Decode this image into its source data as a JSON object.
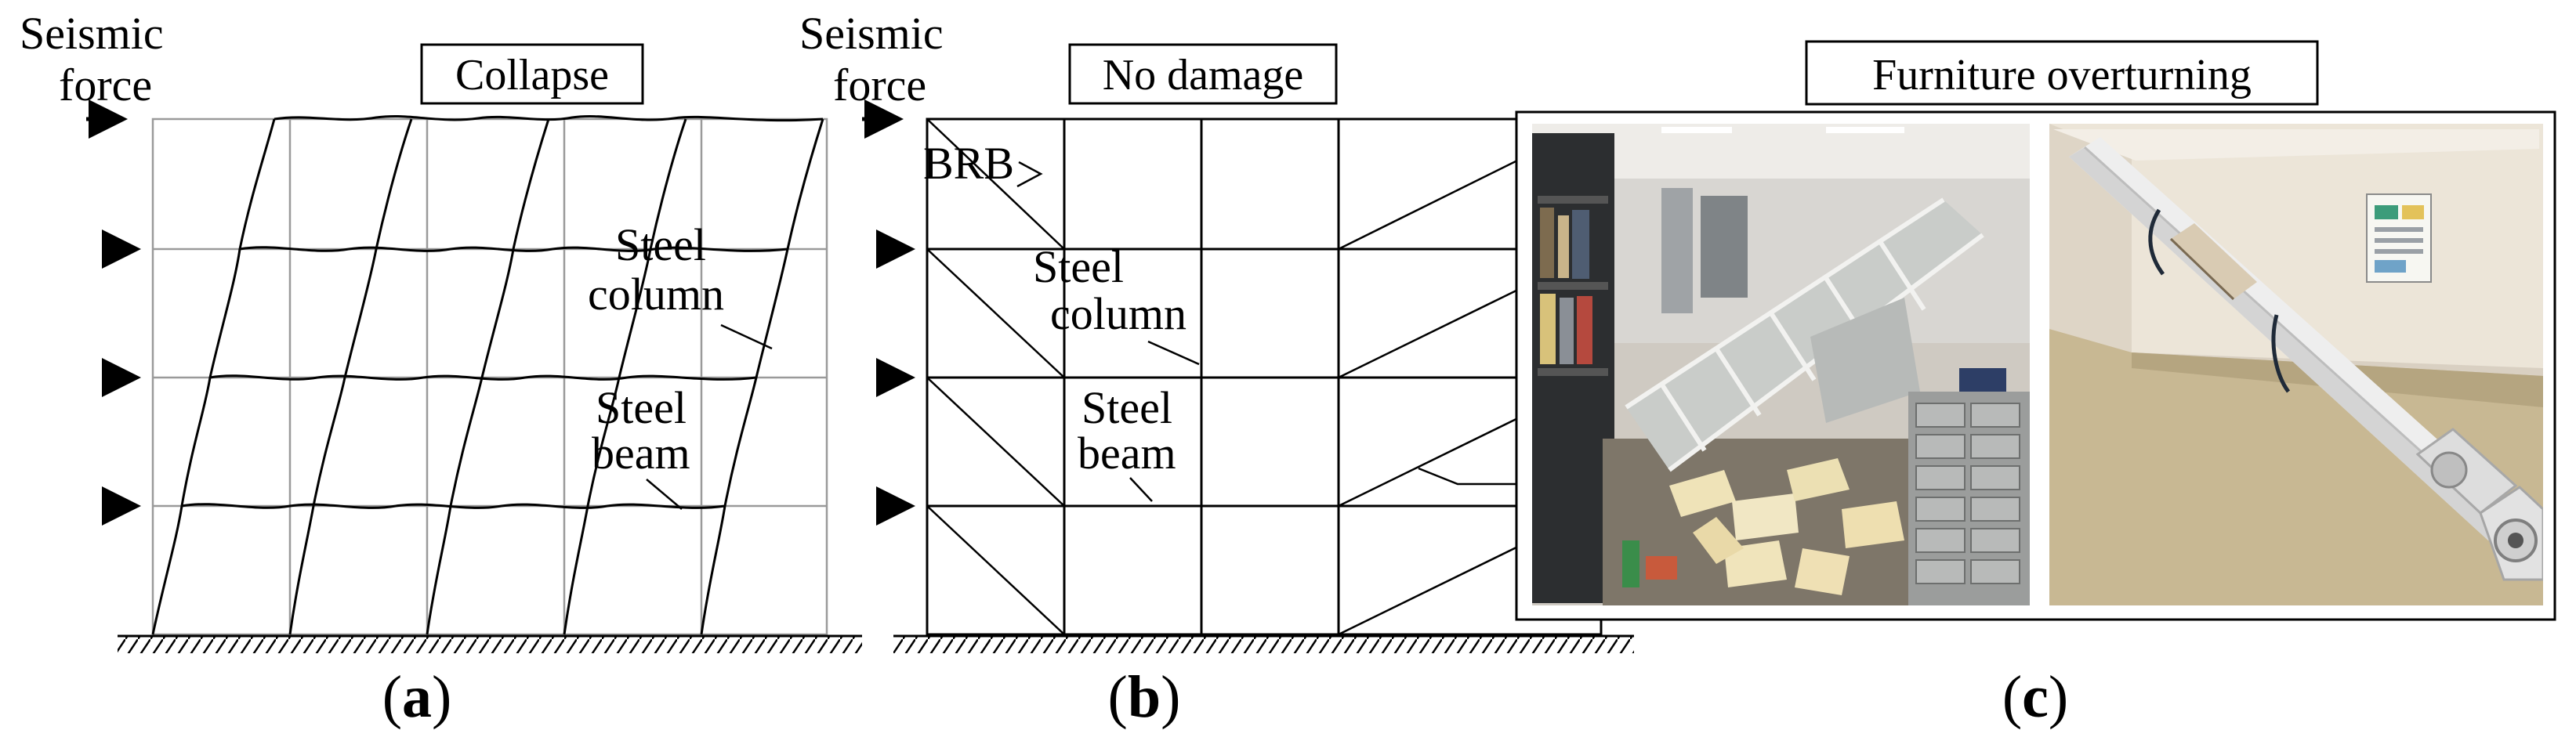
{
  "panel_a": {
    "force_label_line1": "Seismic",
    "force_label_line2": "force",
    "title": "Collapse",
    "column_label_line1": "Steel",
    "column_label_line2": "column",
    "beam_label_line1": "Steel",
    "beam_label_line2": "beam",
    "caption_open": "(",
    "caption_letter": "a",
    "caption_close": ")"
  },
  "panel_b": {
    "force_label_line1": "Seismic",
    "force_label_line2": "force",
    "title": "No damage",
    "brace_label": "BRB",
    "column_label_line1": "Steel",
    "column_label_line2": "column",
    "beam_label_line1": "Steel",
    "beam_label_line2": "beam",
    "caption_open": "(",
    "caption_letter": "b",
    "caption_close": ")"
  },
  "panel_c": {
    "title": "Furniture overturning",
    "photo_left": "office-collapsed-shelving-photo",
    "photo_right": "buckling-restrained-brace-photo",
    "caption_open": "(",
    "caption_letter": "c",
    "caption_close": ")"
  },
  "colors": {
    "line": "#000000",
    "grid": "#9a9a9a",
    "background": "#ffffff"
  }
}
